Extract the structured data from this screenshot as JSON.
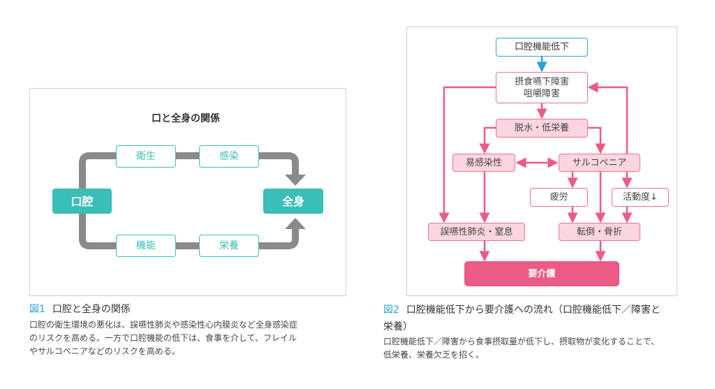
{
  "fig1": {
    "title": "口と全身の関係",
    "source": "口腔",
    "target": "全身",
    "top": [
      "衛生",
      "感染"
    ],
    "bottom": [
      "機能",
      "栄養"
    ],
    "caption_num": "図1",
    "caption": "口腔と全身の関係",
    "body": [
      "口腔の衛生環境の悪化は、誤嚥性肺炎や感染性心内膜炎など全身感染症",
      "のリスクを高める。一方で口腔機能の低下は、食事を介して、フレイル",
      "やサルコペニアなどのリスクを高める。"
    ]
  },
  "fig2": {
    "nodes": {
      "oral": "口腔機能低下",
      "swallow1": "摂食嚥下障害",
      "swallow2": "咀嚼障害",
      "dehyd": "脱水・低栄養",
      "infect": "易感染性",
      "sarco": "サルコペニア",
      "fatigue": "疲労",
      "activity": "活動度↓",
      "pneumonia": "誤嚥性肺炎・窒息",
      "fall": "転倒・骨折",
      "care": "要介護"
    },
    "caption_num": "図2",
    "caption1": "口腔機能低下から要介護への流れ（口腔機能低下／障害と",
    "caption2": "栄養）",
    "body": [
      "口腔機能低下／障害から食事摂取量が低下し、摂取物が変化することで、",
      "低栄養、栄養欠乏を招く。"
    ]
  },
  "colors": {
    "teal": "#3bbdb8",
    "pink": "#ec5a86",
    "blue": "#2aa0dc",
    "gray": "#8a8a8a"
  }
}
